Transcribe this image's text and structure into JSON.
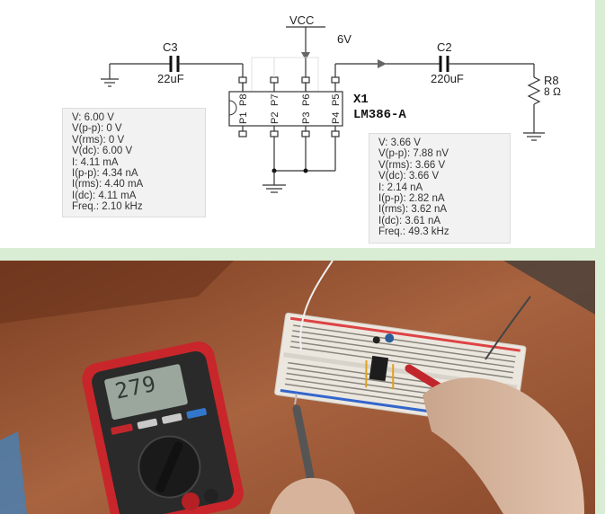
{
  "schematic": {
    "vcc_label": "VCC",
    "vcc_value": "6V",
    "c3": {
      "name": "C3",
      "value": "22uF"
    },
    "c2": {
      "name": "C2",
      "value": "220uF"
    },
    "r8": {
      "name": "R8",
      "value": "8 Ω"
    },
    "chip": {
      "ref": "X1",
      "part": "LM386-A"
    },
    "pins_top": [
      "P8",
      "P7",
      "P6",
      "P5"
    ],
    "pins_bottom": [
      "P1",
      "P2",
      "P3",
      "P4"
    ]
  },
  "probe_left": {
    "rows": [
      "V: 6.00 V",
      "V(p-p): 0 V",
      "V(rms): 0 V",
      "V(dc): 6.00 V",
      "I: 4.11 mA",
      "I(p-p): 4.34 nA",
      "I(rms): 4.40 mA",
      "I(dc): 4.11 mA",
      "Freq.: 2.10 kHz"
    ]
  },
  "probe_right": {
    "rows": [
      "V: 3.66 V",
      "V(p-p): 7.88 nV",
      "V(rms): 3.66 V",
      "V(dc): 3.66 V",
      "I: 2.14 nA",
      "I(p-p): 2.82 nA",
      "I(rms): 3.62 nA",
      "I(dc): 3.61 nA",
      "Freq.: 49.3 kHz"
    ]
  },
  "photo": {
    "multimeter_reading": "279",
    "colors": {
      "breadboard": "#e8e4dc",
      "multimeter_body": "#c8262b",
      "table": "#a05a38"
    }
  }
}
